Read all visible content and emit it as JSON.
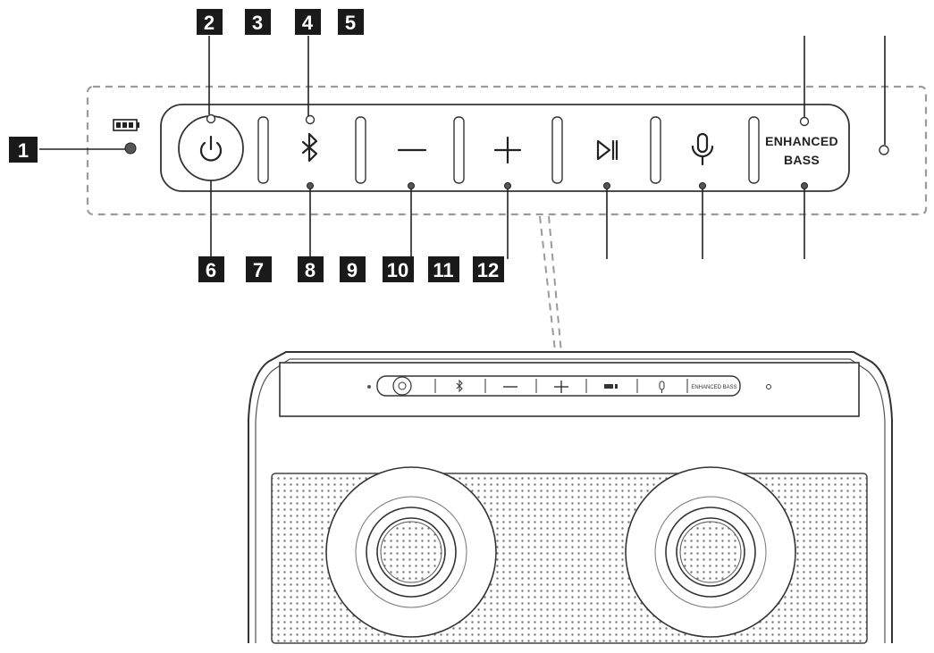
{
  "callouts": [
    {
      "id": "1",
      "label": "1"
    },
    {
      "id": "2",
      "label": "2"
    },
    {
      "id": "3",
      "label": "3"
    },
    {
      "id": "4",
      "label": "4"
    },
    {
      "id": "5",
      "label": "5"
    },
    {
      "id": "6",
      "label": "6"
    },
    {
      "id": "7",
      "label": "7"
    },
    {
      "id": "8",
      "label": "8"
    },
    {
      "id": "9",
      "label": "9"
    },
    {
      "id": "10",
      "label": "10"
    },
    {
      "id": "11",
      "label": "11"
    },
    {
      "id": "12",
      "label": "12"
    }
  ],
  "panel": {
    "enhanced_bass_line1": "ENHANCED",
    "enhanced_bass_line2": "BASS",
    "buttons": [
      "power-icon",
      "bluetooth-icon",
      "minus-icon",
      "plus-icon",
      "play-pause-icon",
      "microphone-icon",
      "enhanced-bass-button"
    ],
    "indicators": [
      "battery-icon"
    ]
  },
  "speaker": {
    "mini_bass_label": "ENHANCED BASS"
  },
  "colors": {
    "ink": "#1a1a1a",
    "dash": "#9a9a9a",
    "paper": "#ffffff"
  }
}
